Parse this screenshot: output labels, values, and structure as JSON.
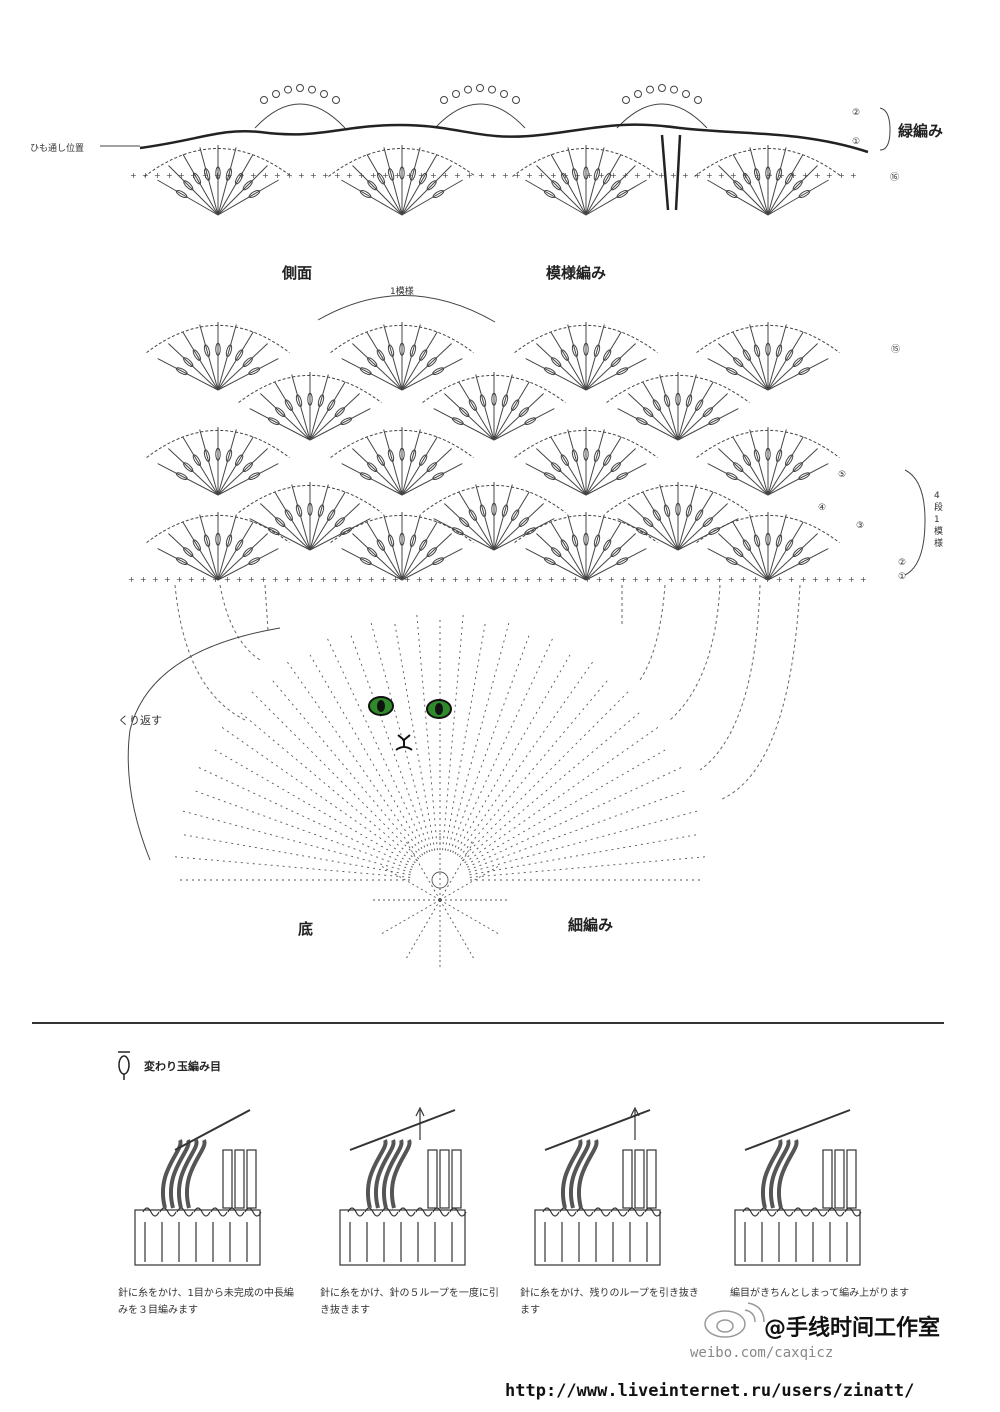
{
  "edging": {
    "title": "緑編み",
    "cord_label": "ひも通し位置",
    "row_markers": [
      "②",
      "①",
      "⑯"
    ]
  },
  "side": {
    "label": "側面",
    "pattern_label": "模様編み",
    "repeat_label": "1模様",
    "repeat_note": "4段1模様",
    "row_markers": [
      "⑮",
      "⑤",
      "④",
      "③",
      "②",
      "①"
    ]
  },
  "bottom": {
    "label": "底",
    "pattern_label": "細編み",
    "repeat_label": "くり返す"
  },
  "symbol_section": {
    "title": "変わり玉編み目",
    "steps": [
      {
        "caption": "針に糸をかけ、1目から未完成の中長編みを３目編みます"
      },
      {
        "caption": "針に糸をかけ、針の５ループを一度に引き抜きます"
      },
      {
        "caption": "針に糸をかけ、残りのループを引き抜きます"
      },
      {
        "caption": "編目がきちんとしまって編み上がります"
      }
    ]
  },
  "watermarks": {
    "weibo": "@手线时间工作室",
    "weibo_url": "weibo.com/caxqicz",
    "url": "http://www.liveinternet.ru/users/zinatt/"
  }
}
